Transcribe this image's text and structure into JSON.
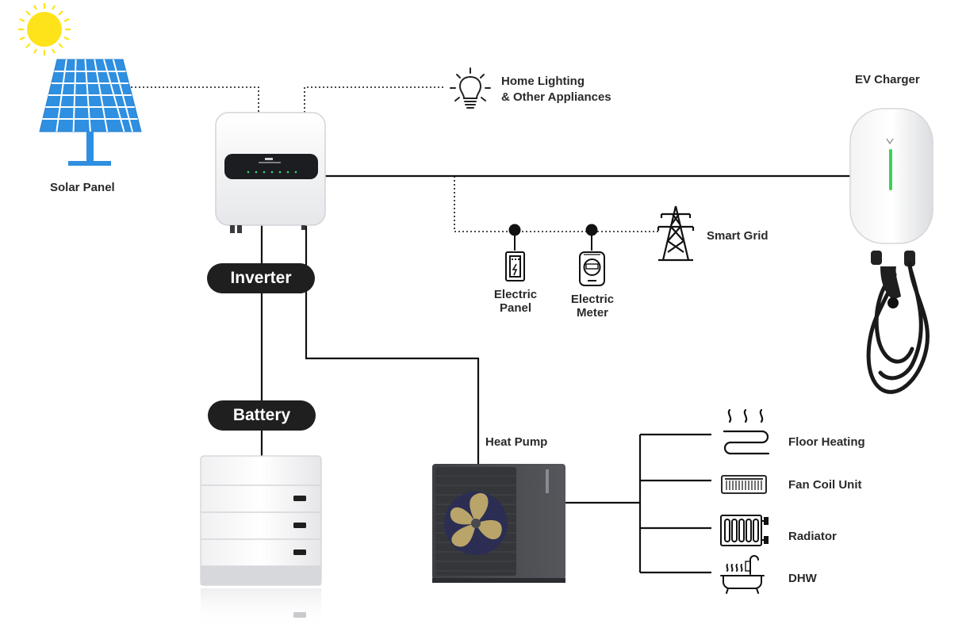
{
  "labels": {
    "solar_panel": "Solar Panel",
    "inverter": "Inverter",
    "battery": "Battery",
    "home_lighting_line1": "Home Lighting",
    "home_lighting_line2": "& Other Appliances",
    "ev_charger": "EV Charger",
    "smart_grid": "Smart Grid",
    "electric_panel_line1": "Electric",
    "electric_panel_line2": "Panel",
    "electric_meter_line1": "Electric",
    "electric_meter_line2": "Meter",
    "heat_pump": "Heat Pump",
    "floor_heating": "Floor Heating",
    "fan_coil_unit": "Fan Coil Unit",
    "radiator": "Radiator",
    "dhw": "DHW"
  },
  "colors": {
    "sun": "#ffe31a",
    "solar_cell": "#2f8fe0",
    "line": "#111111",
    "pill_bg": "#1f1f1f",
    "ev_led": "#39d353",
    "heat_pump_body": "#4a4b4f",
    "fan_blade": "#b9a46a"
  },
  "icons": [
    "sun-icon",
    "solar-panel-icon",
    "inverter-icon",
    "lightbulb-icon",
    "ev-charger-icon",
    "transmission-tower-icon",
    "electric-panel-icon",
    "electric-meter-icon",
    "battery-stack-icon",
    "heat-pump-icon",
    "floor-heating-icon",
    "fan-coil-icon",
    "radiator-icon",
    "bathtub-icon"
  ]
}
